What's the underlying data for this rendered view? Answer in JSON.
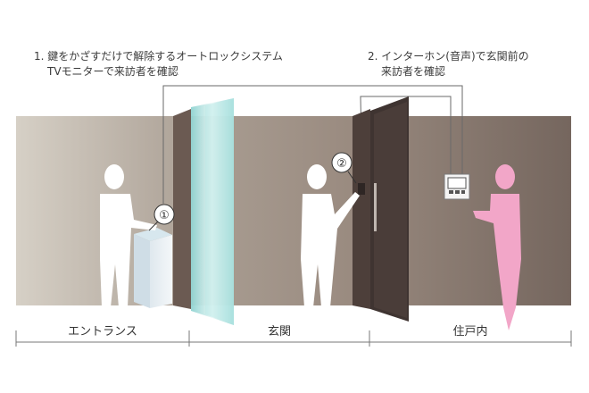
{
  "captions": {
    "step1_line1": "1. 鍵をかざすだけで解除するオートロックシステム",
    "step1_line2": "TVモニターで来訪者を確認",
    "step2_line1": "2. インターホン(音声)で玄関前の",
    "step2_line2": "来訪者を確認"
  },
  "markers": {
    "m1": "①",
    "m2": "②"
  },
  "zones": {
    "entrance": "エントランス",
    "genkan": "玄関",
    "residence": "住戸内"
  },
  "colors": {
    "wall_left": "#cdc6bc",
    "wall_right": "#7a6c64",
    "figure": "#ffffff",
    "resident": "#f2a6c8",
    "door": "#4a3f3b",
    "glass": "#a7e2e0",
    "wire": "#6a6a6a"
  },
  "icons": [
    "person-visitor-icon",
    "person-resident-icon",
    "intercom-monitor-icon",
    "card-reader-icon"
  ]
}
